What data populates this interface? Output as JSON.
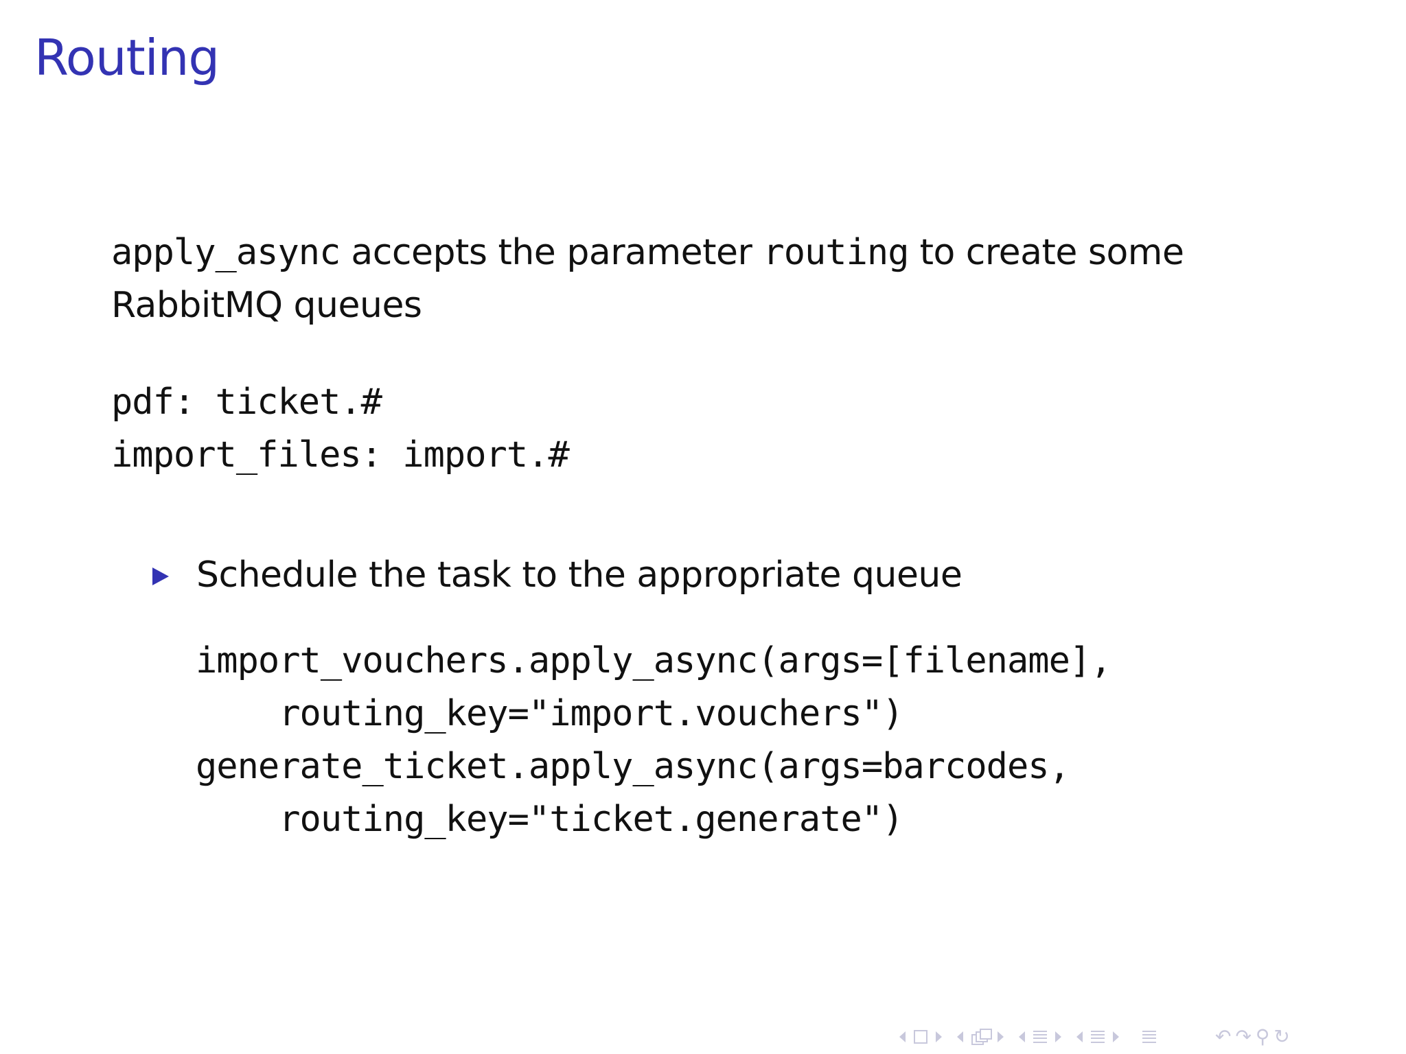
{
  "slide": {
    "title": "Routing",
    "intro": {
      "code_1": "apply_async",
      "text_1": " accepts the parameter ",
      "code_2": "routing",
      "text_2": " to create some RabbitMQ queues"
    },
    "queues": [
      "pdf: ticket.#",
      "import_files: import.#"
    ],
    "bullet": "Schedule the task to the appropriate queue",
    "calls": [
      "import_vouchers.apply_async(args=[filename],",
      "    routing_key=\"import.vouchers\")",
      "generate_ticket.apply_async(args=barcodes,",
      "    routing_key=\"ticket.generate\")"
    ]
  },
  "nav": {
    "icons": [
      "frame-nav-icon",
      "subsection-nav-icon",
      "section-nav-icon",
      "outline-nav-icon",
      "appendix-icon",
      "search-icon",
      "undo-icon"
    ],
    "controls_text": "↶↷⚲↻"
  },
  "colors": {
    "title": "#3333b3",
    "bullet": "#3333b3",
    "nav": "#c8c8dc",
    "text": "#111111"
  }
}
